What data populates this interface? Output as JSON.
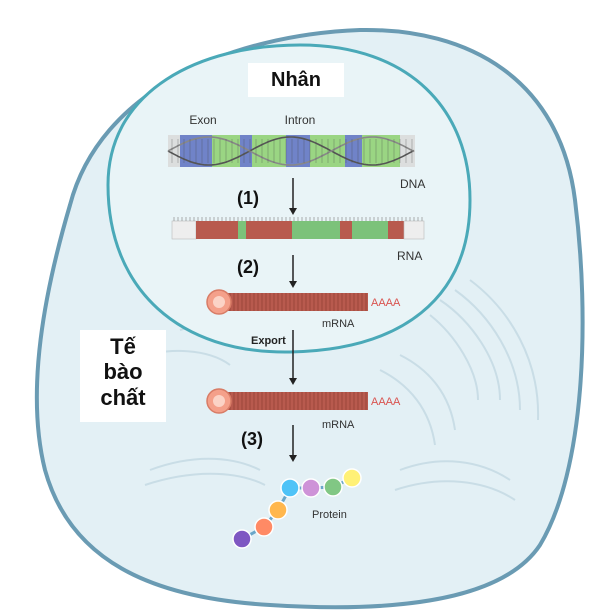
{
  "nucleus": {
    "title": "Nhân"
  },
  "cytoplasm": {
    "line1": "Tế",
    "line2": "bào",
    "line3": "chất"
  },
  "dna": {
    "exon_label": "Exon",
    "intron_label": "Intron",
    "label": "DNA"
  },
  "rna": {
    "label": "RNA"
  },
  "mrna_nucleus": {
    "label": "mRNA",
    "tail": "AAAA"
  },
  "mrna_cytoplasm": {
    "label": "mRNA",
    "tail": "AAAA"
  },
  "steps": {
    "step1": "(1)",
    "step2": "(2)",
    "export": "Export",
    "step3": "(3)"
  },
  "protein": {
    "label": "Protein",
    "bead_colors": [
      "#7e57c2",
      "#ff8a65",
      "#ffb74d",
      "#4fc3f7",
      "#ce93d8",
      "#81c784",
      "#fff176"
    ]
  },
  "colors": {
    "cell_fill": "#e3f0f5",
    "cell_border": "#6a9bb3",
    "nucleus_border": "#4aa9b8",
    "exon_blue": "#5a6fc0",
    "intron_green": "#8ccf6f",
    "rna_red": "#b85a4e",
    "rna_green": "#7cc27a",
    "cap": "#f4a08a",
    "poly_a": "#d9534f"
  }
}
